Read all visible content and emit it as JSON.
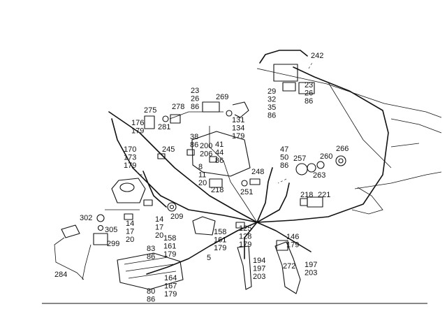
{
  "callouts": [
    {
      "id": "c242",
      "lines": [
        "242"
      ]
    },
    {
      "id": "c23a",
      "lines": [
        "23",
        "26",
        "86"
      ]
    },
    {
      "id": "c269",
      "lines": [
        "269"
      ]
    },
    {
      "id": "c29",
      "lines": [
        "29",
        "32",
        "35",
        "86"
      ]
    },
    {
      "id": "c23b",
      "lines": [
        "23",
        "26",
        "86"
      ]
    },
    {
      "id": "c275",
      "lines": [
        "275"
      ]
    },
    {
      "id": "c278",
      "lines": [
        "278"
      ]
    },
    {
      "id": "c176",
      "lines": [
        "176",
        "179"
      ]
    },
    {
      "id": "c281",
      "lines": [
        "281"
      ]
    },
    {
      "id": "c131",
      "lines": [
        "131",
        "134",
        "179"
      ]
    },
    {
      "id": "c38",
      "lines": [
        "38",
        "86"
      ]
    },
    {
      "id": "c200",
      "lines": [
        "200",
        "206"
      ]
    },
    {
      "id": "c41",
      "lines": [
        "41",
        "44",
        "86"
      ]
    },
    {
      "id": "c170",
      "lines": [
        "170",
        "173",
        "179"
      ]
    },
    {
      "id": "c245",
      "lines": [
        "245"
      ]
    },
    {
      "id": "c47",
      "lines": [
        "47",
        "50",
        "86"
      ]
    },
    {
      "id": "c257",
      "lines": [
        "257"
      ]
    },
    {
      "id": "c260",
      "lines": [
        "260"
      ]
    },
    {
      "id": "c266",
      "lines": [
        "266"
      ]
    },
    {
      "id": "c263",
      "lines": [
        "263"
      ]
    },
    {
      "id": "c8",
      "lines": [
        "8",
        "11",
        "20"
      ]
    },
    {
      "id": "c248",
      "lines": [
        "248"
      ]
    },
    {
      "id": "c218a",
      "lines": [
        "218"
      ]
    },
    {
      "id": "c251",
      "lines": [
        "251"
      ]
    },
    {
      "id": "c218b",
      "lines": [
        "218"
      ]
    },
    {
      "id": "c221",
      "lines": [
        "221"
      ]
    },
    {
      "id": "c302",
      "lines": [
        "302"
      ]
    },
    {
      "id": "c305",
      "lines": [
        "305"
      ]
    },
    {
      "id": "c14a",
      "lines": [
        "14",
        "17",
        "20"
      ]
    },
    {
      "id": "c14b",
      "lines": [
        "14",
        "17",
        "20"
      ]
    },
    {
      "id": "c209",
      "lines": [
        "209"
      ]
    },
    {
      "id": "c299",
      "lines": [
        "299"
      ]
    },
    {
      "id": "c158a",
      "lines": [
        "158",
        "161",
        "179"
      ]
    },
    {
      "id": "c125",
      "lines": [
        "125",
        "128",
        "179"
      ]
    },
    {
      "id": "c146",
      "lines": [
        "146",
        "179"
      ]
    },
    {
      "id": "c158b",
      "lines": [
        "158",
        "161",
        "179"
      ]
    },
    {
      "id": "c83",
      "lines": [
        "83",
        "86"
      ]
    },
    {
      "id": "c5",
      "lines": [
        "5"
      ]
    },
    {
      "id": "c194",
      "lines": [
        "194",
        "197",
        "203"
      ]
    },
    {
      "id": "c197",
      "lines": [
        "197",
        "203"
      ]
    },
    {
      "id": "c272",
      "lines": [
        "272"
      ]
    },
    {
      "id": "c164",
      "lines": [
        "164",
        "167",
        "179"
      ]
    },
    {
      "id": "c80",
      "lines": [
        "80",
        "86"
      ]
    },
    {
      "id": "c284",
      "lines": [
        "284"
      ]
    }
  ]
}
